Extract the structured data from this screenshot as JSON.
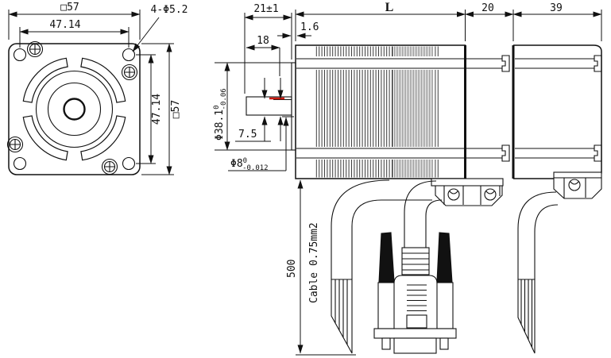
{
  "title": "Stepper motor outline dimensional drawing",
  "colors": {
    "line": "#111111",
    "flat_highlight": "#cc1a10",
    "lamination": "#3a3a3a",
    "lamination_dense": "#8a8a8a"
  },
  "front_view": {
    "dim_square_top": "□57",
    "dim_hole_spacing_top": "47.14",
    "dim_holes": "4-Φ5.2",
    "dim_hole_spacing_right": "47.14",
    "dim_square_right": "□57"
  },
  "side_view": {
    "dim_shaft_length": "21±1",
    "dim_body_length": "L",
    "dim_section_mid": "20",
    "dim_section_rear": "39",
    "dim_boss_thickness": "1.6",
    "dim_flat_length": "18",
    "dim_flat_height": "7.5",
    "dim_pilot": {
      "base": "Φ38.1",
      "sup": "0",
      "sub": "-0.06"
    },
    "dim_shaft": {
      "base": "Φ8",
      "sup": "0",
      "sub": "-0.012"
    },
    "dim_cable_length": "500",
    "cable_label": "Cable 0.75mm2"
  }
}
